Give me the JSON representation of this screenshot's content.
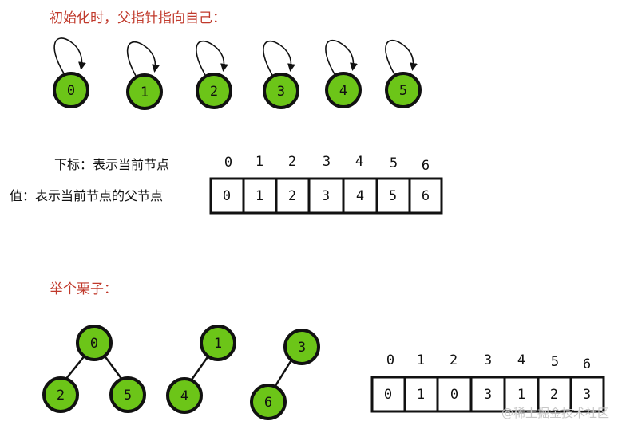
{
  "section1": {
    "title": "初始化时，父指针指向自己：",
    "nodes": [
      "0",
      "1",
      "2",
      "3",
      "4",
      "5"
    ]
  },
  "array1": {
    "index_label": "下标：表示当前节点",
    "value_label": "值：表示当前节点的父节点",
    "indices": [
      "0",
      "1",
      "2",
      "3",
      "4",
      "5",
      "6"
    ],
    "values": [
      "0",
      "1",
      "2",
      "3",
      "4",
      "5",
      "6"
    ]
  },
  "section2": {
    "title": "举个栗子："
  },
  "trees": [
    {
      "root": "0",
      "children": [
        "2",
        "5"
      ]
    },
    {
      "root": "1",
      "children": [
        "4"
      ]
    },
    {
      "root": "3",
      "children": [
        "6"
      ]
    }
  ],
  "array2": {
    "indices": [
      "0",
      "1",
      "2",
      "3",
      "4",
      "5",
      "6"
    ],
    "values": [
      "0",
      "1",
      "0",
      "3",
      "1",
      "2",
      "3"
    ]
  },
  "watermark": "@稀土掘金技术社区"
}
